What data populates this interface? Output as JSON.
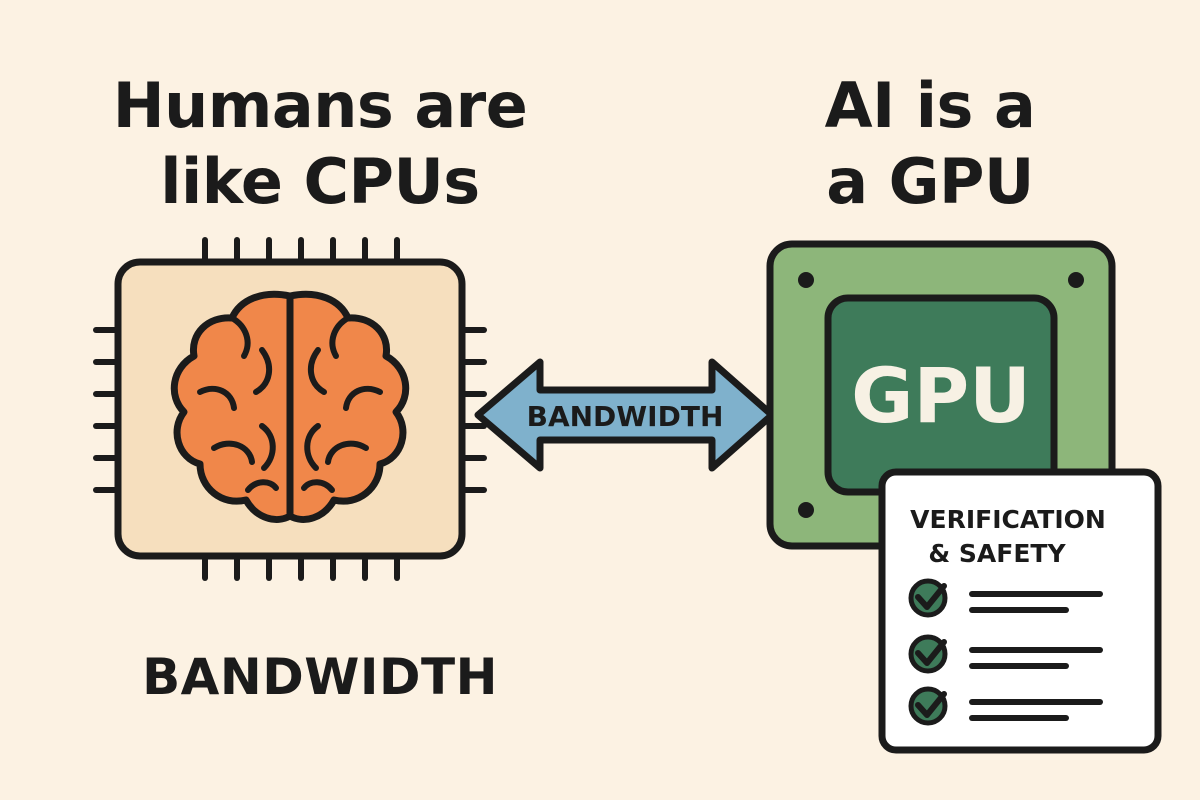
{
  "left_title": {
    "line1": "Humans are",
    "line2": "like CPUs"
  },
  "right_title": {
    "line1": "AI is a",
    "line2": "a GPU"
  },
  "bottom_label": "BANDWIDTH",
  "arrow_label": "BANDWIDTH",
  "gpu_chip_label": "GPU",
  "checklist": {
    "title_line1": "VERIFICATION",
    "title_line2": "& SAFETY",
    "checked_items": 3
  },
  "icons": {
    "cpu_chip": "cpu-chip-icon",
    "brain": "brain-icon",
    "arrow": "double-arrow-icon",
    "gpu_board": "gpu-board-icon",
    "checklist": "checklist-document-icon",
    "checkmark": "checkmark-circle-icon"
  },
  "colors": {
    "background": "#fcf2e3",
    "cpu_fill": "#f6dfbe",
    "brain": "#f0874a",
    "arrow": "#7fb1cc",
    "gpu_board": "#8db67a",
    "gpu_chip": "#3e7b5a",
    "check": "#3e7b5a",
    "outline": "#1b1b1b"
  }
}
